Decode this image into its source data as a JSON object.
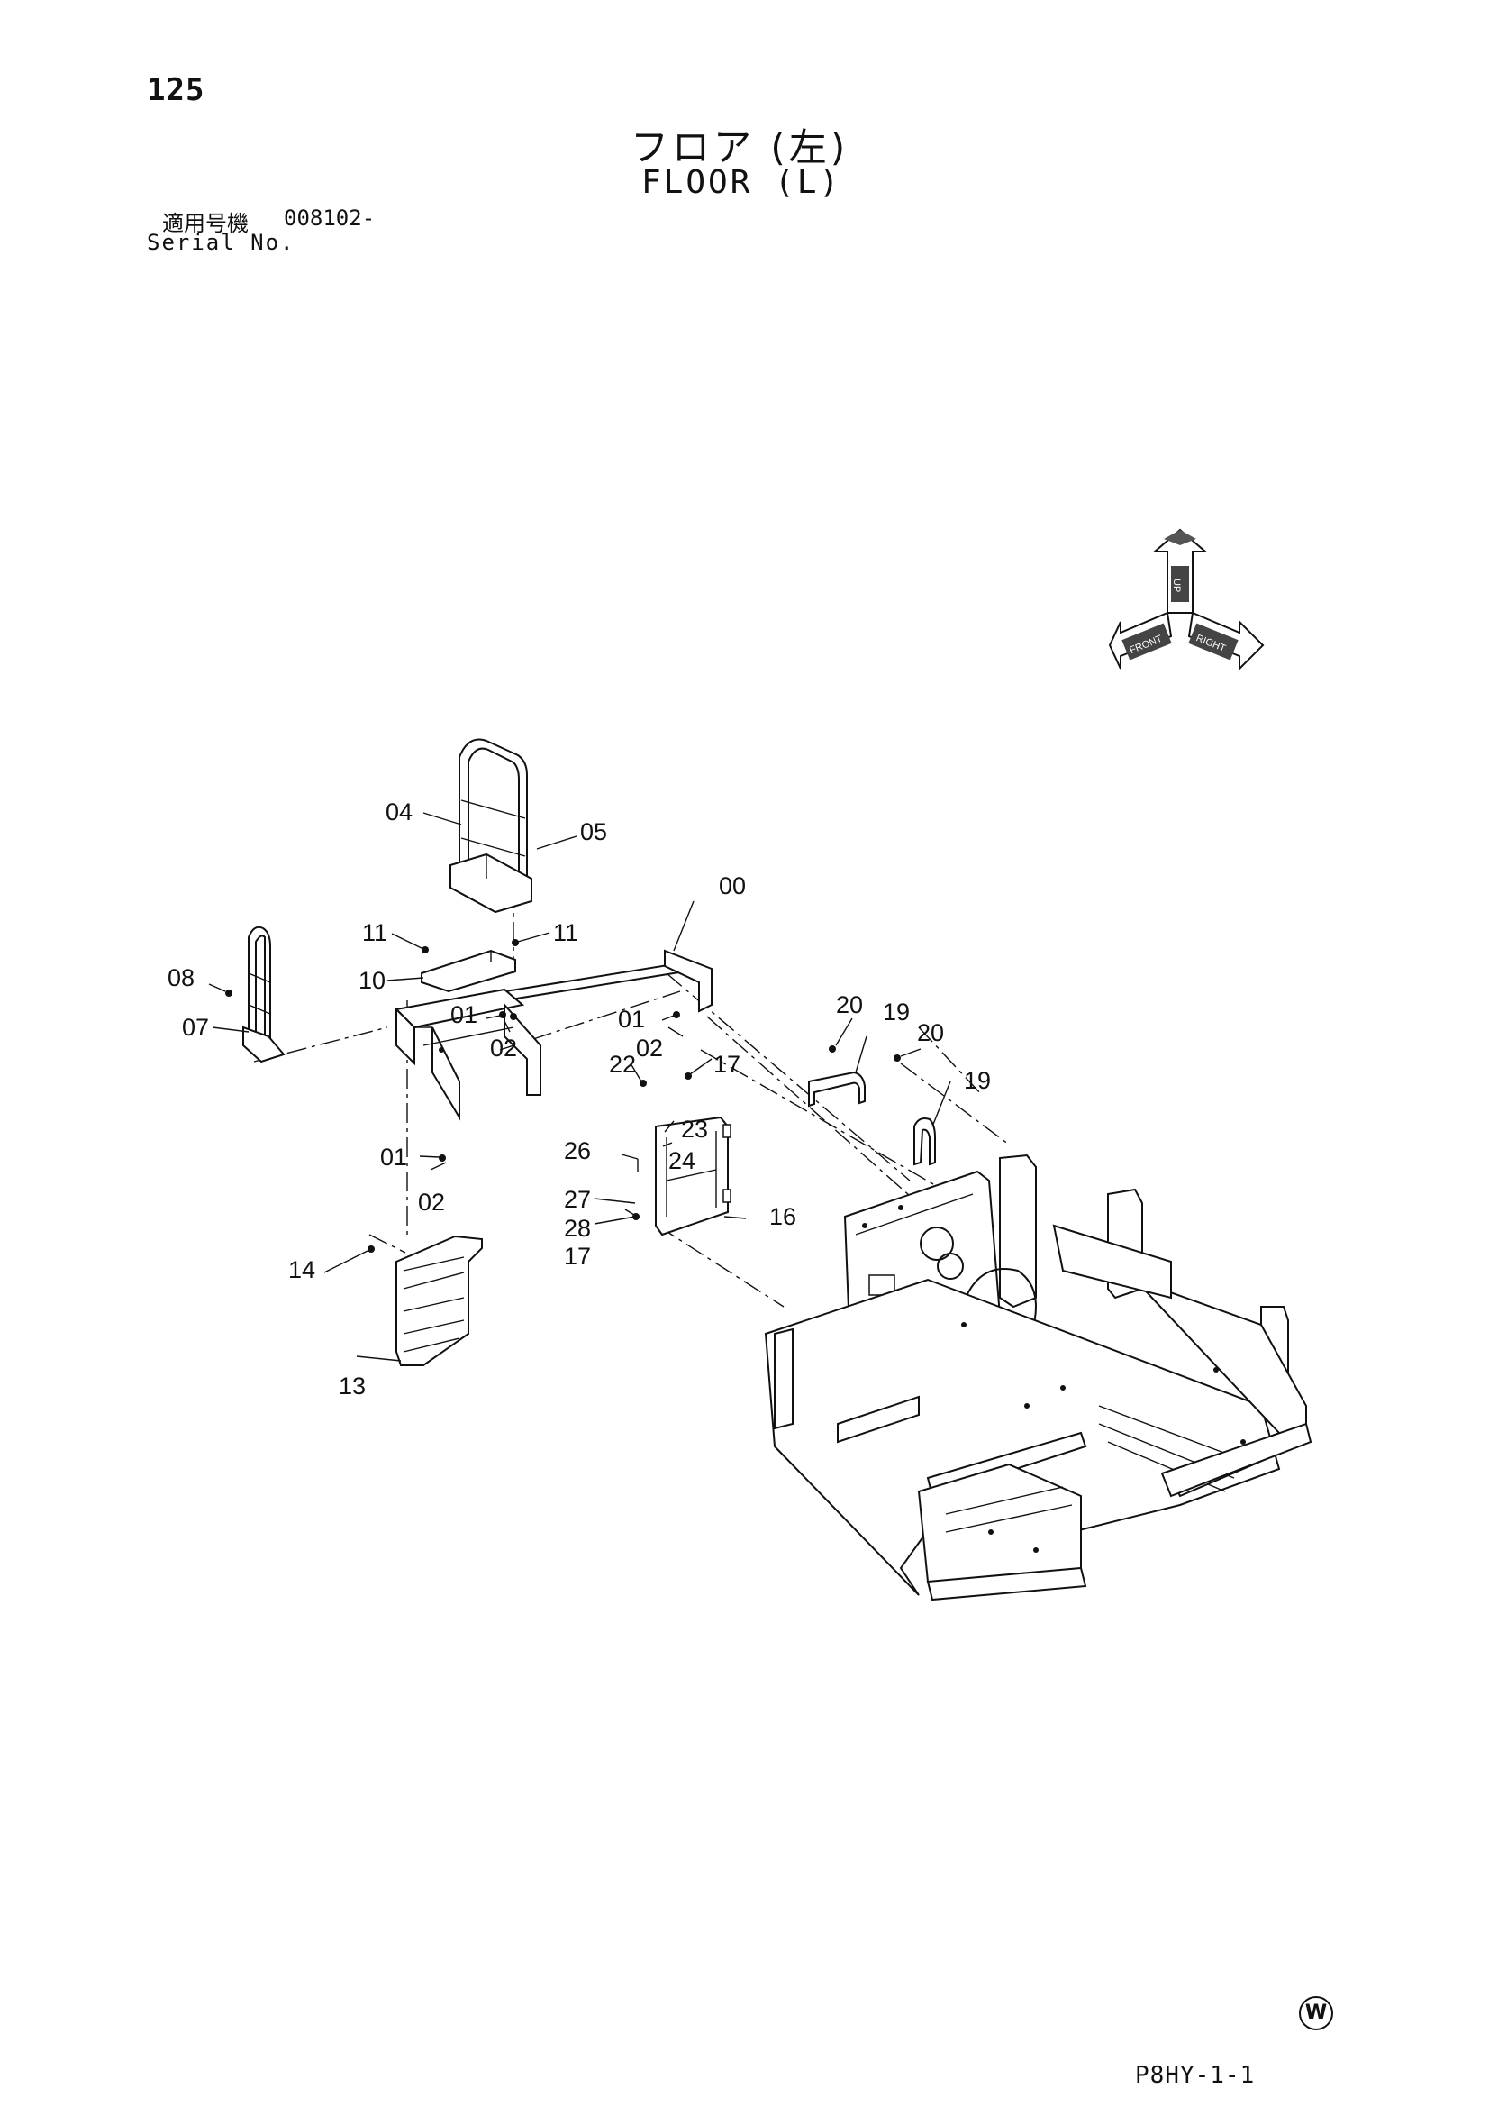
{
  "header": {
    "page_number": "125",
    "title_jp": "フロア (左)",
    "title_en": "FLOOR (L)",
    "serial_label_jp": "適用号機",
    "serial_value": "008102-",
    "serial_label_en": "Serial No."
  },
  "orientation_icon": {
    "labels": [
      "UP",
      "FRONT",
      "RIGHT"
    ]
  },
  "callouts": {
    "c00": "00",
    "c01a": "01",
    "c02a": "02",
    "c01b": "01",
    "c02b": "02",
    "c01c": "01",
    "c02c": "02",
    "c04": "04",
    "c05": "05",
    "c07": "07",
    "c08": "08",
    "c10": "10",
    "c11a": "11",
    "c11b": "11",
    "c13": "13",
    "c14": "14",
    "c16": "16",
    "c17a": "17",
    "c17b": "17",
    "c19a": "19",
    "c19b": "19",
    "c20a": "20",
    "c20b": "20",
    "c22": "22",
    "c23": "23",
    "c24": "24",
    "c26": "26",
    "c27": "27",
    "c28": "28"
  },
  "footer": {
    "marker": "W",
    "ref_code": "P8HY-1-1"
  }
}
